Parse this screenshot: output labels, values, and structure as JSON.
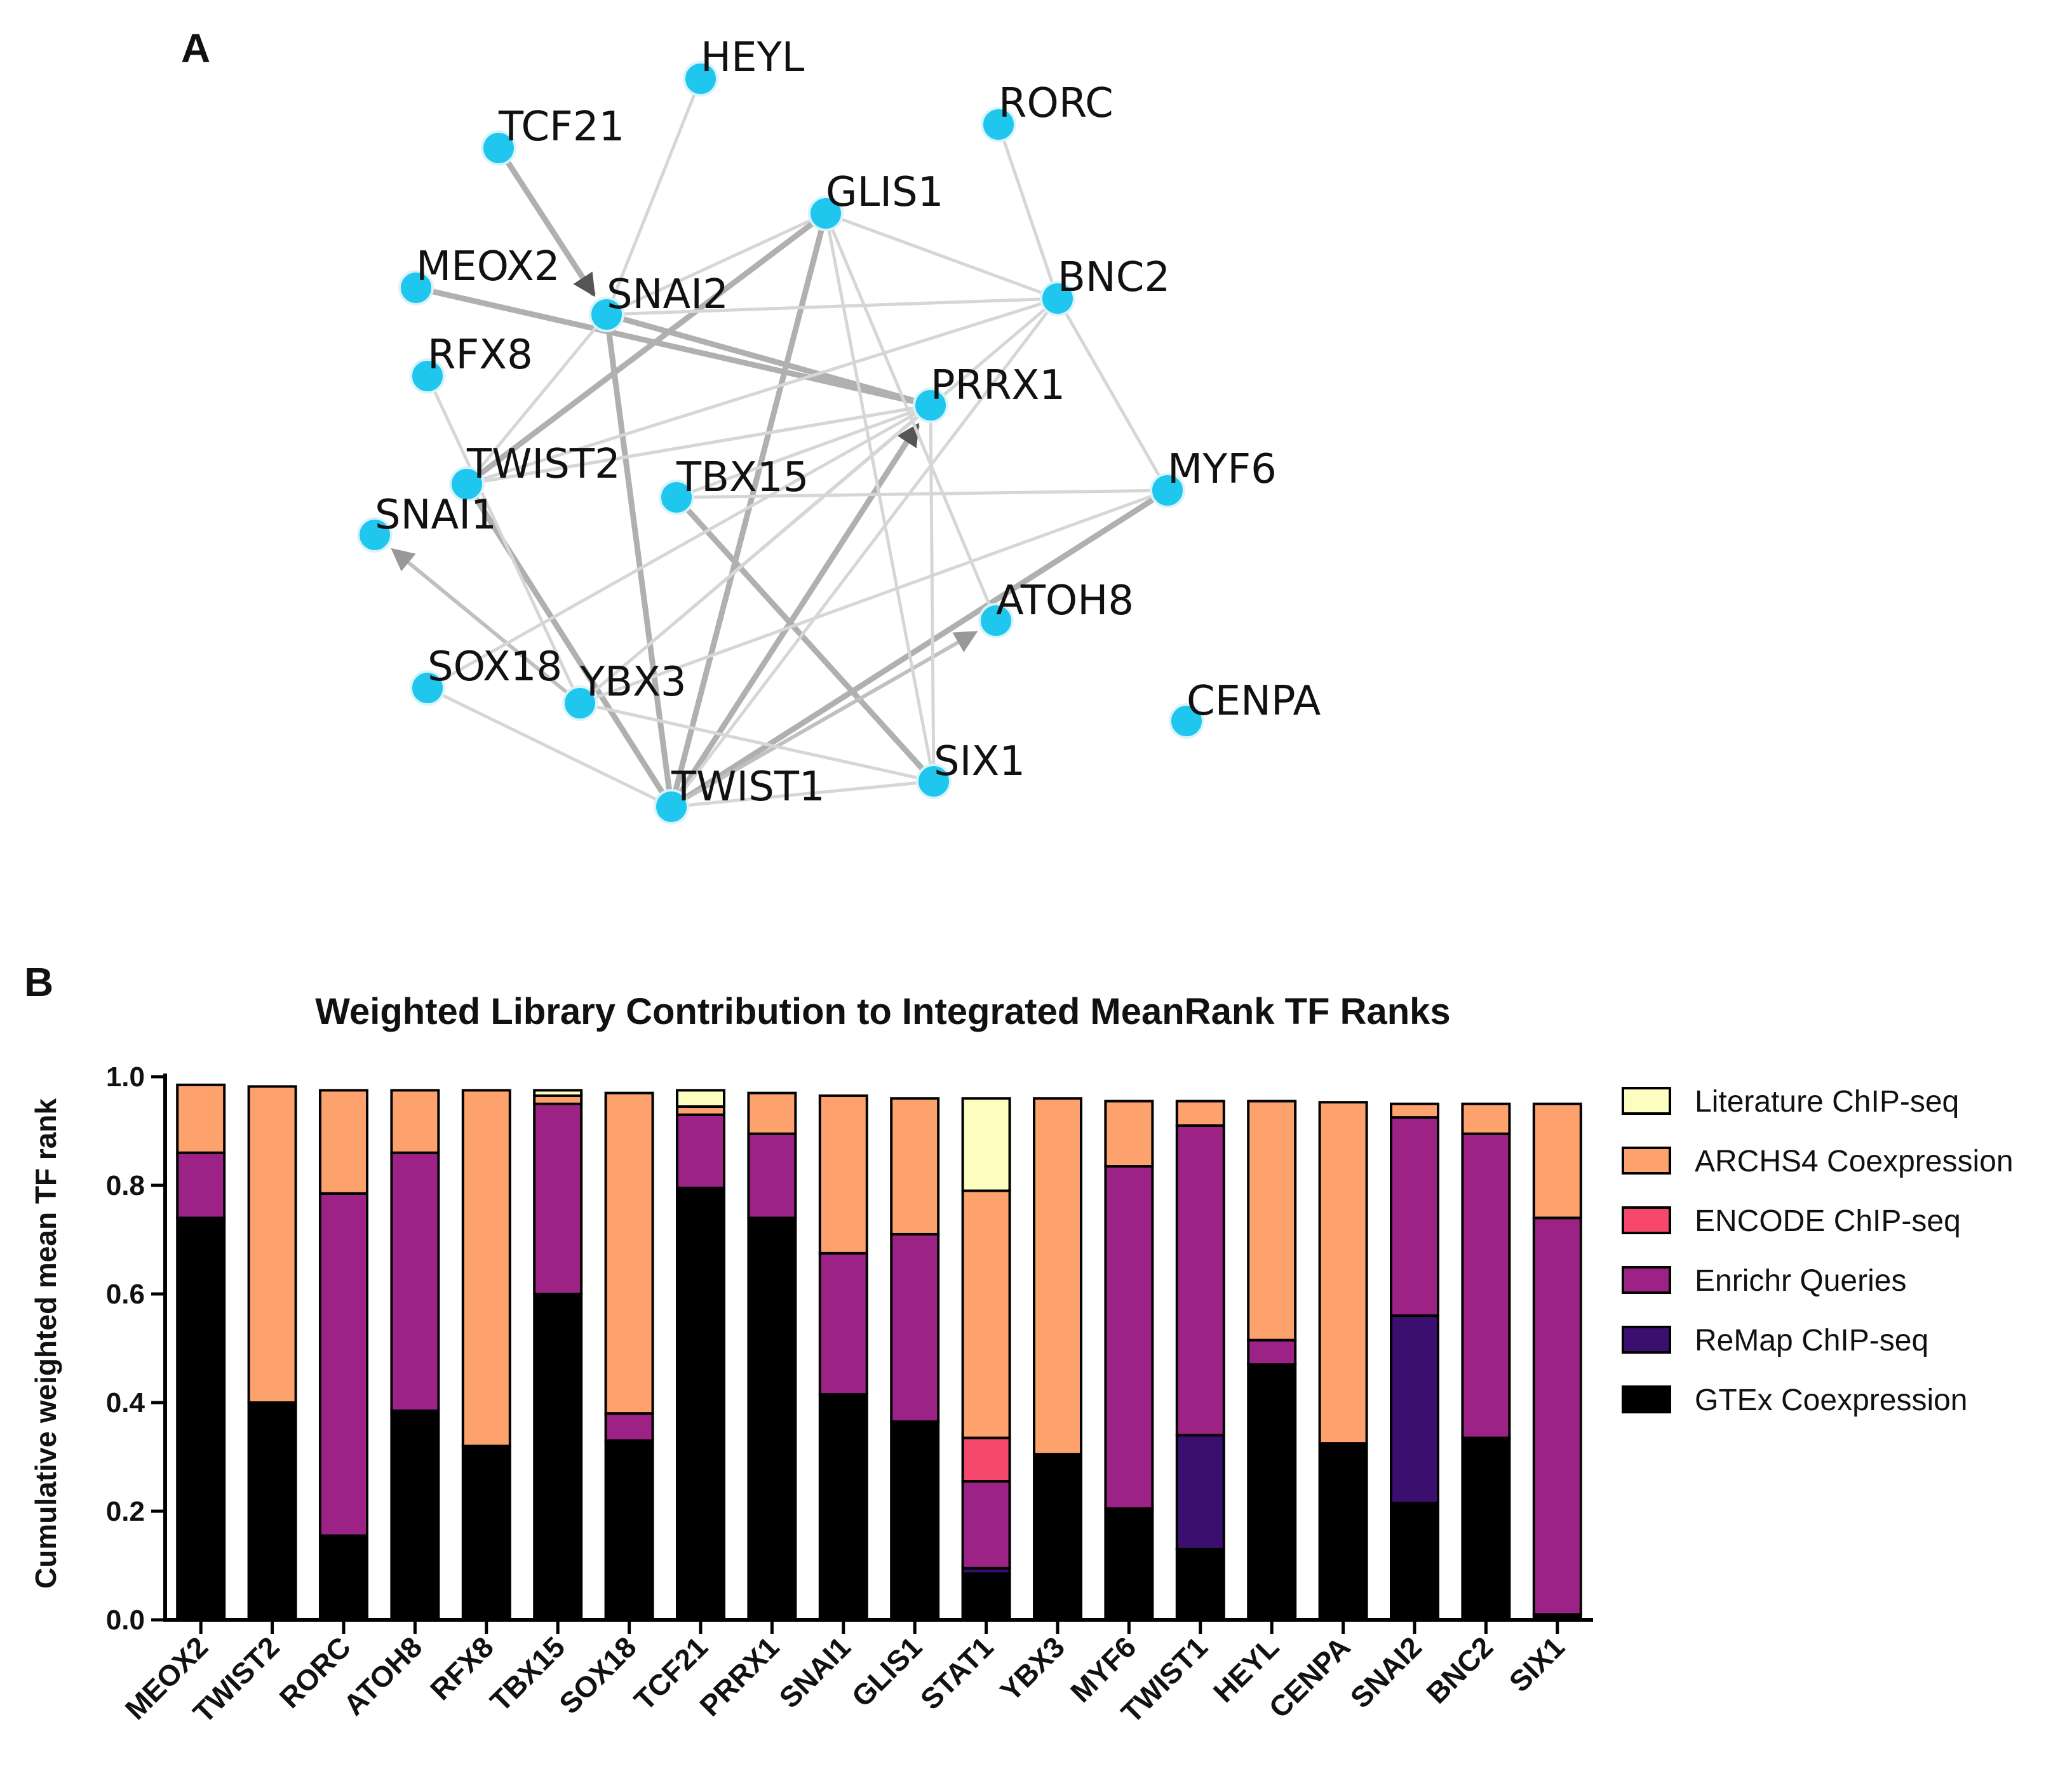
{
  "panel_a": {
    "letter": "A",
    "nodes": [
      "HEYL",
      "TCF21",
      "RORC",
      "GLIS1",
      "MEOX2",
      "SNAI2",
      "BNC2",
      "RFX8",
      "PRRX1",
      "TWIST2",
      "TBX15",
      "MYF6",
      "SNAI1",
      "ATOH8",
      "SOX18",
      "YBX3",
      "CENPA",
      "SIX1",
      "TWIST1"
    ],
    "edges": [
      {
        "source": "TCF21",
        "target": "SNAI2",
        "weight": "strong",
        "directed": true
      },
      {
        "source": "MEOX2",
        "target": "PRRX1",
        "weight": "strong",
        "directed": false
      },
      {
        "source": "SNAI2",
        "target": "PRRX1",
        "weight": "strong",
        "directed": false
      },
      {
        "source": "TWIST1",
        "target": "PRRX1",
        "weight": "strong",
        "directed": true
      },
      {
        "source": "TWIST1",
        "target": "GLIS1",
        "weight": "strong",
        "directed": false
      },
      {
        "source": "TWIST2",
        "target": "GLIS1",
        "weight": "strong",
        "directed": false
      },
      {
        "source": "TBX15",
        "target": "SIX1",
        "weight": "strong",
        "directed": false
      },
      {
        "source": "MYF6",
        "target": "TWIST1",
        "weight": "strong",
        "directed": false
      },
      {
        "source": "SNAI2",
        "target": "TWIST1",
        "weight": "strong",
        "directed": false
      },
      {
        "source": "TWIST2",
        "target": "TWIST1",
        "weight": "strong",
        "directed": false
      },
      {
        "source": "YBX3",
        "target": "SNAI1",
        "weight": "medium",
        "directed": true
      },
      {
        "source": "TWIST1",
        "target": "ATOH8",
        "weight": "medium",
        "directed": true
      },
      {
        "source": "HEYL",
        "target": "SNAI2",
        "weight": "light",
        "directed": false
      },
      {
        "source": "RORC",
        "target": "BNC2",
        "weight": "light",
        "directed": false
      },
      {
        "source": "GLIS1",
        "target": "SNAI2",
        "weight": "light",
        "directed": false
      },
      {
        "source": "GLIS1",
        "target": "BNC2",
        "weight": "light",
        "directed": false
      },
      {
        "source": "GLIS1",
        "target": "ATOH8",
        "weight": "light",
        "directed": false
      },
      {
        "source": "GLIS1",
        "target": "SIX1",
        "weight": "light",
        "directed": false
      },
      {
        "source": "SNAI2",
        "target": "BNC2",
        "weight": "light",
        "directed": false
      },
      {
        "source": "SNAI2",
        "target": "TWIST2",
        "weight": "light",
        "directed": false
      },
      {
        "source": "BNC2",
        "target": "TWIST2",
        "weight": "light",
        "directed": false
      },
      {
        "source": "BNC2",
        "target": "YBX3",
        "weight": "light",
        "directed": false
      },
      {
        "source": "BNC2",
        "target": "MYF6",
        "weight": "light",
        "directed": false
      },
      {
        "source": "BNC2",
        "target": "TWIST1",
        "weight": "light",
        "directed": false
      },
      {
        "source": "RFX8",
        "target": "YBX3",
        "weight": "light",
        "directed": false
      },
      {
        "source": "PRRX1",
        "target": "TWIST2",
        "weight": "light",
        "directed": false
      },
      {
        "source": "PRRX1",
        "target": "SOX18",
        "weight": "light",
        "directed": false
      },
      {
        "source": "PRRX1",
        "target": "YBX3",
        "weight": "light",
        "directed": false
      },
      {
        "source": "PRRX1",
        "target": "SIX1",
        "weight": "light",
        "directed": false
      },
      {
        "source": "PRRX1",
        "target": "TBX15",
        "weight": "light",
        "directed": false
      },
      {
        "source": "TBX15",
        "target": "MYF6",
        "weight": "light",
        "directed": false
      },
      {
        "source": "MYF6",
        "target": "YBX3",
        "weight": "light",
        "directed": false
      },
      {
        "source": "SOX18",
        "target": "TWIST1",
        "weight": "light",
        "directed": false
      },
      {
        "source": "YBX3",
        "target": "SIX1",
        "weight": "light",
        "directed": false
      },
      {
        "source": "TWIST1",
        "target": "SIX1",
        "weight": "light",
        "directed": false
      },
      {
        "source": "TWIST2",
        "target": "PRRX1",
        "weight": "light",
        "directed": false
      }
    ]
  },
  "chart_data": {
    "panel_letter": "B",
    "type": "bar",
    "stacked": true,
    "title": "Weighted Library Contribution to Integrated MeanRank TF Ranks",
    "xlabel": "",
    "ylabel": "Cumulative weighted mean TF rank",
    "ylim": [
      0,
      1.0
    ],
    "yticks": [
      "0.0",
      "0.2",
      "0.4",
      "0.6",
      "0.8",
      "1.0"
    ],
    "legend_position": "right",
    "categories": [
      "MEOX2",
      "TWIST2",
      "RORC",
      "ATOH8",
      "RFX8",
      "TBX15",
      "SOX18",
      "TCF21",
      "PRRX1",
      "SNAI1",
      "GLIS1",
      "STAT1",
      "YBX3",
      "MYF6",
      "TWIST1",
      "HEYL",
      "CENPA",
      "SNAI2",
      "BNC2",
      "SIX1"
    ],
    "series": [
      {
        "name": "GTEx Coexpression",
        "color": "#000000",
        "values": [
          0.74,
          0.4,
          0.155,
          0.385,
          0.32,
          0.6,
          0.33,
          0.795,
          0.74,
          0.415,
          0.365,
          0.085,
          0.305,
          0.205,
          0.13,
          0.47,
          0.325,
          0.215,
          0.335,
          0.01
        ]
      },
      {
        "name": "ReMap ChIP-seq",
        "color": "#3b0f70",
        "values": [
          0,
          0,
          0,
          0,
          0,
          0,
          0,
          0,
          0,
          0,
          0,
          0.01,
          0,
          0,
          0.21,
          0,
          0,
          0.345,
          0,
          0
        ]
      },
      {
        "name": "Enrichr Queries",
        "color": "#9c2385",
        "values": [
          0.12,
          0,
          0.63,
          0.475,
          0,
          0.35,
          0.05,
          0.135,
          0.155,
          0.26,
          0.345,
          0.16,
          0,
          0.63,
          0.57,
          0.045,
          0,
          0.365,
          0.56,
          0.73
        ]
      },
      {
        "name": "ENCODE ChIP-seq",
        "color": "#f5486b",
        "values": [
          0,
          0,
          0,
          0,
          0,
          0,
          0,
          0,
          0,
          0,
          0,
          0.08,
          0,
          0,
          0,
          0,
          0,
          0,
          0,
          0
        ]
      },
      {
        "name": "ARCHS4 Coexpression",
        "color": "#fea26d",
        "values": [
          0.125,
          0.582,
          0.19,
          0.115,
          0.655,
          0.015,
          0.59,
          0.015,
          0.075,
          0.29,
          0.25,
          0.455,
          0.655,
          0.12,
          0.045,
          0.44,
          0.628,
          0.025,
          0.055,
          0.21
        ]
      },
      {
        "name": "Literature ChIP-seq",
        "color": "#fcfdbf",
        "values": [
          0,
          0,
          0,
          0,
          0,
          0.01,
          0,
          0.03,
          0,
          0,
          0,
          0.17,
          0,
          0,
          0,
          0,
          0,
          0,
          0,
          0
        ]
      }
    ]
  }
}
